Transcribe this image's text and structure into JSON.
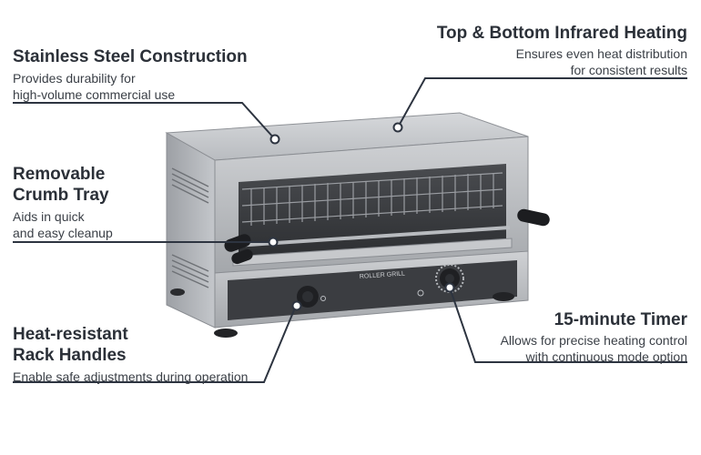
{
  "features": {
    "stainless": {
      "title": "Stainless Steel Construction",
      "desc": "Provides durability for\nhigh-volume commercial use"
    },
    "infrared": {
      "title": "Top & Bottom Infrared Heating",
      "desc": "Ensures even heat distribution\nfor consistent results"
    },
    "crumb": {
      "title": "Removable\nCrumb Tray",
      "desc": "Aids in quick\nand easy cleanup"
    },
    "handles": {
      "title": "Heat-resistant\nRack Handles",
      "desc": "Enable safe adjustments during operation"
    },
    "timer": {
      "title": "15-minute Timer",
      "desc": "Allows for precise heating control\nwith continuous mode option"
    }
  },
  "product": {
    "brand": "ROLLER GRILL"
  },
  "colors": {
    "text": "#2b3038",
    "line": "#2d3440",
    "steel_light": "#c9cbce",
    "steel_mid": "#a9acb0",
    "steel_dark": "#55585d",
    "panel": "#3b3d41"
  }
}
